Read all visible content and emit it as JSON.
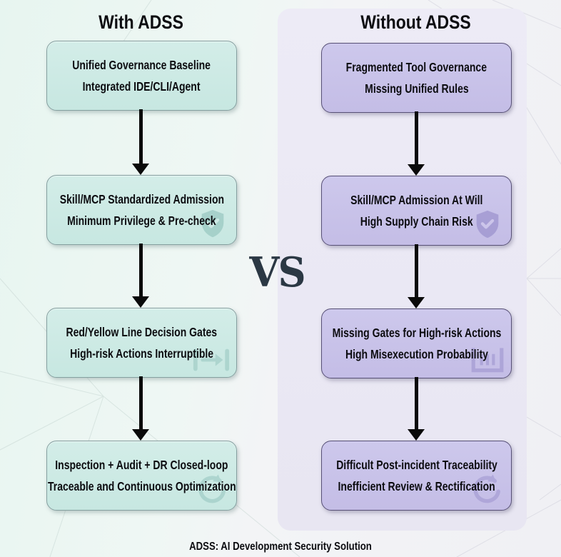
{
  "diagram": {
    "vs_label": "VS",
    "footer_caption": "ADSS: AI Development Security Solution",
    "colors": {
      "left_background": "#e9f5f1",
      "right_panel_background": "#eae8f3",
      "left_box_fill": "#cce9e4",
      "left_box_border": "#85a0a0",
      "right_box_fill": "#c9c3e9",
      "right_box_border": "#585177",
      "arrow": "#0a0a0a",
      "vs_text": "#2b3844",
      "text": "#0c0c10"
    },
    "left": {
      "title": "With ADSS",
      "boxes": [
        {
          "line1": "Unified Governance Baseline",
          "line2": "Integrated IDE/CLI/Agent",
          "icon": "none"
        },
        {
          "line1": "Skill/MCP Standardized Admission",
          "line2": "Minimum Privilege & Pre-check",
          "icon": "shield-check-icon"
        },
        {
          "line1": "Red/Yellow Line Decision Gates",
          "line2": "High-risk Actions Interruptible",
          "icon": "gate-interrupt-icon"
        },
        {
          "line1": "Inspection + Audit + DR Closed-loop",
          "line2": "Traceable and Continuous Optimization",
          "icon": "cycle-icon"
        }
      ]
    },
    "right": {
      "title": "Without ADSS",
      "boxes": [
        {
          "line1": "Fragmented Tool Governance",
          "line2": "Missing Unified Rules",
          "icon": "none"
        },
        {
          "line1": "Skill/MCP Admission At Will",
          "line2": "High Supply Chain Risk",
          "icon": "shield-check-icon"
        },
        {
          "line1": "Missing Gates for High-risk Actions",
          "line2": "High Misexecution Probability",
          "icon": "gate-bars-icon"
        },
        {
          "line1": "Difficult Post-incident Traceability",
          "line2": "Inefficient Review & Rectification",
          "icon": "cycle-icon"
        }
      ]
    }
  }
}
